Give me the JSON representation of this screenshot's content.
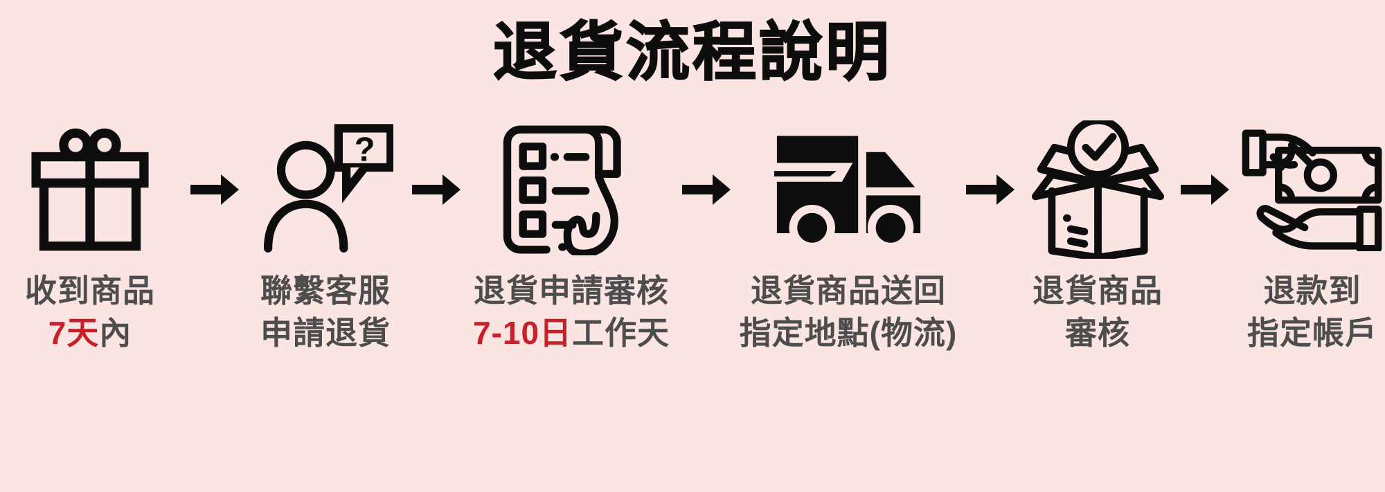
{
  "page": {
    "title": "退貨流程說明",
    "background_color": "#fbe5e3",
    "text_color": "#4d4d4d",
    "accent_color": "#c8202a",
    "icon_color": "#0d0d0d"
  },
  "arrow": {
    "glyph": "arrow-right"
  },
  "steps": [
    {
      "index": "1",
      "icon": "gift-box-icon",
      "line1": "收到商品",
      "line2_red": "7天",
      "line2_rest": "內"
    },
    {
      "index": "2",
      "icon": "person-question-bubble-icon",
      "line1": "聯繫客服",
      "line2_red": "",
      "line2_rest": "申請退貨"
    },
    {
      "index": "3",
      "icon": "checklist-hand-icon",
      "line1": "退貨申請審核",
      "line2_red": "7-10日",
      "line2_rest": "工作天"
    },
    {
      "index": "4",
      "icon": "delivery-truck-icon",
      "line1": "退貨商品送回",
      "line2_red": "",
      "line2_rest": "指定地點(物流)"
    },
    {
      "index": "5",
      "icon": "open-box-check-icon",
      "line1": "退貨商品",
      "line2_red": "",
      "line2_rest": "審核"
    },
    {
      "index": "6",
      "icon": "hand-money-icon",
      "line1": "退款到",
      "line2_red": "",
      "line2_rest": "指定帳戶"
    }
  ]
}
